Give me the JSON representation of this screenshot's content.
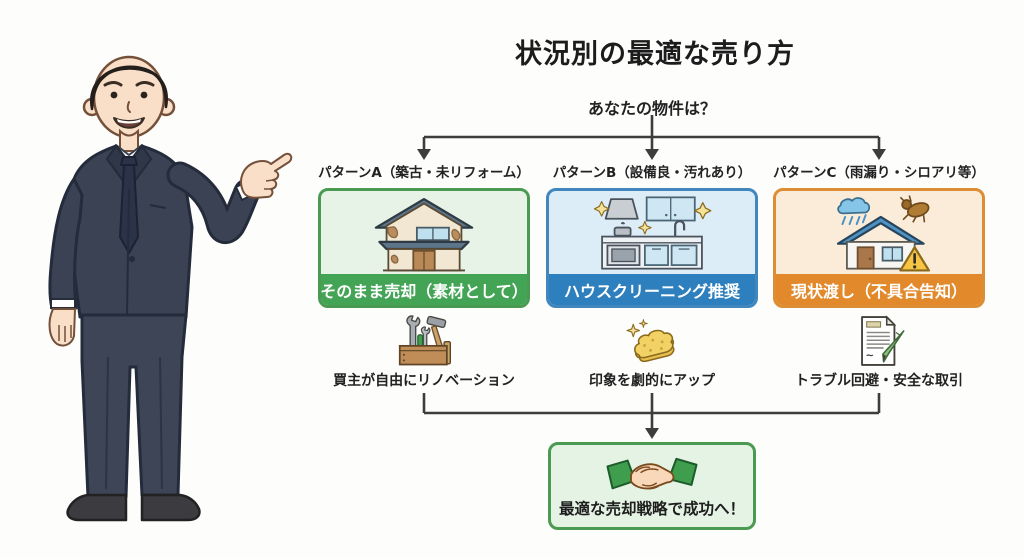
{
  "title": "状況別の最適な売り方",
  "question": "あなたの物件は？",
  "patterns": [
    {
      "label": "パターンA（築古・未リフォーム）",
      "card_text": "そのまま売却（素材として）",
      "benefit": "買主が自由にリノベーション",
      "card_icon": "old-house-icon",
      "benefit_icon": "toolbox-icon",
      "accent_color": "#44a455"
    },
    {
      "label": "パターンB（設備良・汚れあり）",
      "card_text": "ハウスクリーニング推奨",
      "benefit": "印象を劇的にアップ",
      "card_icon": "clean-kitchen-icon",
      "benefit_icon": "sponge-icon",
      "accent_color": "#2e7fbe"
    },
    {
      "label": "パターンC（雨漏り・シロアリ等）",
      "card_text": "現状渡し（不具合告知）",
      "benefit": "トラブル回避・安全な取引",
      "card_icon": "damaged-house-icon",
      "benefit_icon": "contract-pen-icon",
      "accent_color": "#e2892b"
    }
  ],
  "conclusion": {
    "text": "最適な売却戦略で成功へ！",
    "icon": "handshake-icon"
  },
  "colors": {
    "line": "#3d3d3d",
    "green_bg": "#e7f3e6",
    "blue_bg": "#ddedf7",
    "orange_bg": "#faecd8"
  }
}
